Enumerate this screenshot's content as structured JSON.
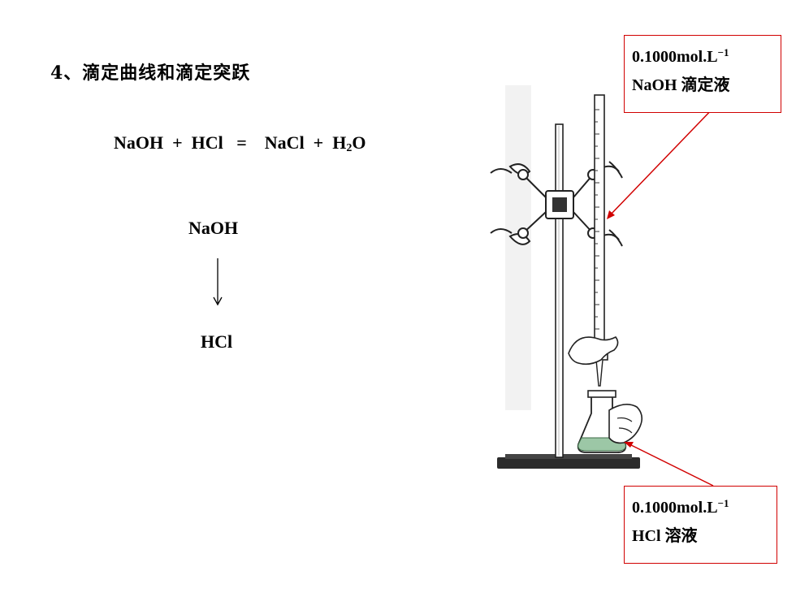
{
  "slide": {
    "heading": "4、滴定曲线和滴定突跃",
    "equation": {
      "left": "NaOH  +  HCl   =    NaCl  +  H",
      "water_sub": "2",
      "water_tail": "O"
    },
    "titrant_label": "NaOH",
    "analyte_label": "HCl"
  },
  "callouts": {
    "top": {
      "concentration": "0.1000mol.L",
      "exponent": "−1",
      "reagent": "NaOH ",
      "reagent_cjk": "滴定液"
    },
    "bottom": {
      "concentration": "0.1000mol.L",
      "exponent": "−1",
      "reagent": "HCl ",
      "reagent_cjk": "溶液"
    }
  },
  "colors": {
    "callout_border": "#d10000",
    "leader_line": "#d10000",
    "text": "#000000"
  },
  "icons": {
    "down_arrow": "down-arrow-icon",
    "apparatus": "titration-stand-illustration"
  }
}
